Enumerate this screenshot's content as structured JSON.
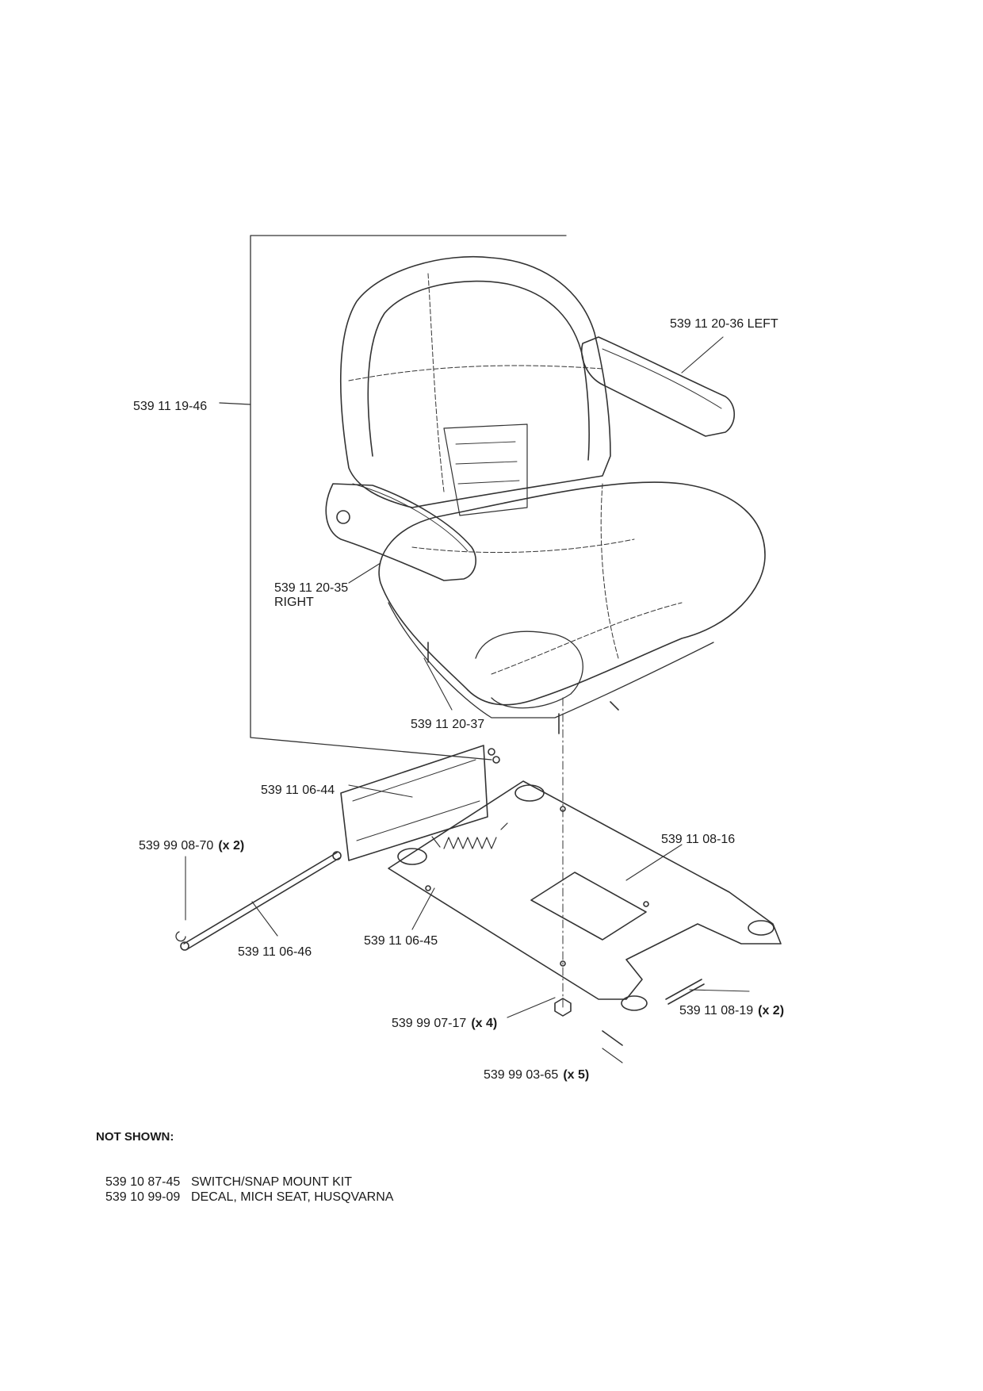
{
  "callouts": [
    {
      "part": "539 11 20-36",
      "desc": "LEFT",
      "qty": ""
    },
    {
      "part": "539 11 19-46",
      "desc": "",
      "qty": ""
    },
    {
      "part": "539 11 20-35",
      "desc": "RIGHT",
      "qty": ""
    },
    {
      "part": "539 11 20-37",
      "desc": "",
      "qty": ""
    },
    {
      "part": "539 11 06-44",
      "desc": "",
      "qty": ""
    },
    {
      "part": "539 99 08-70",
      "desc": "",
      "qty": "(x 2)"
    },
    {
      "part": "539 11 08-16",
      "desc": "",
      "qty": ""
    },
    {
      "part": "539 11 06-46",
      "desc": "",
      "qty": ""
    },
    {
      "part": "539 11 06-45",
      "desc": "",
      "qty": ""
    },
    {
      "part": "539 11 08-19",
      "desc": "",
      "qty": "(x 2)"
    },
    {
      "part": "539 99 07-17",
      "desc": "",
      "qty": "(x 4)"
    },
    {
      "part": "539 99 03-65",
      "desc": "",
      "qty": "(x 5)"
    }
  ],
  "not_shown": {
    "heading": "NOT SHOWN:",
    "items": [
      {
        "part": "539 10 87-45",
        "desc": "SWITCH/SNAP MOUNT KIT"
      },
      {
        "part": "539 10 99-09",
        "desc": "DECAL, MICH SEAT, HUSQVARNA"
      }
    ]
  }
}
